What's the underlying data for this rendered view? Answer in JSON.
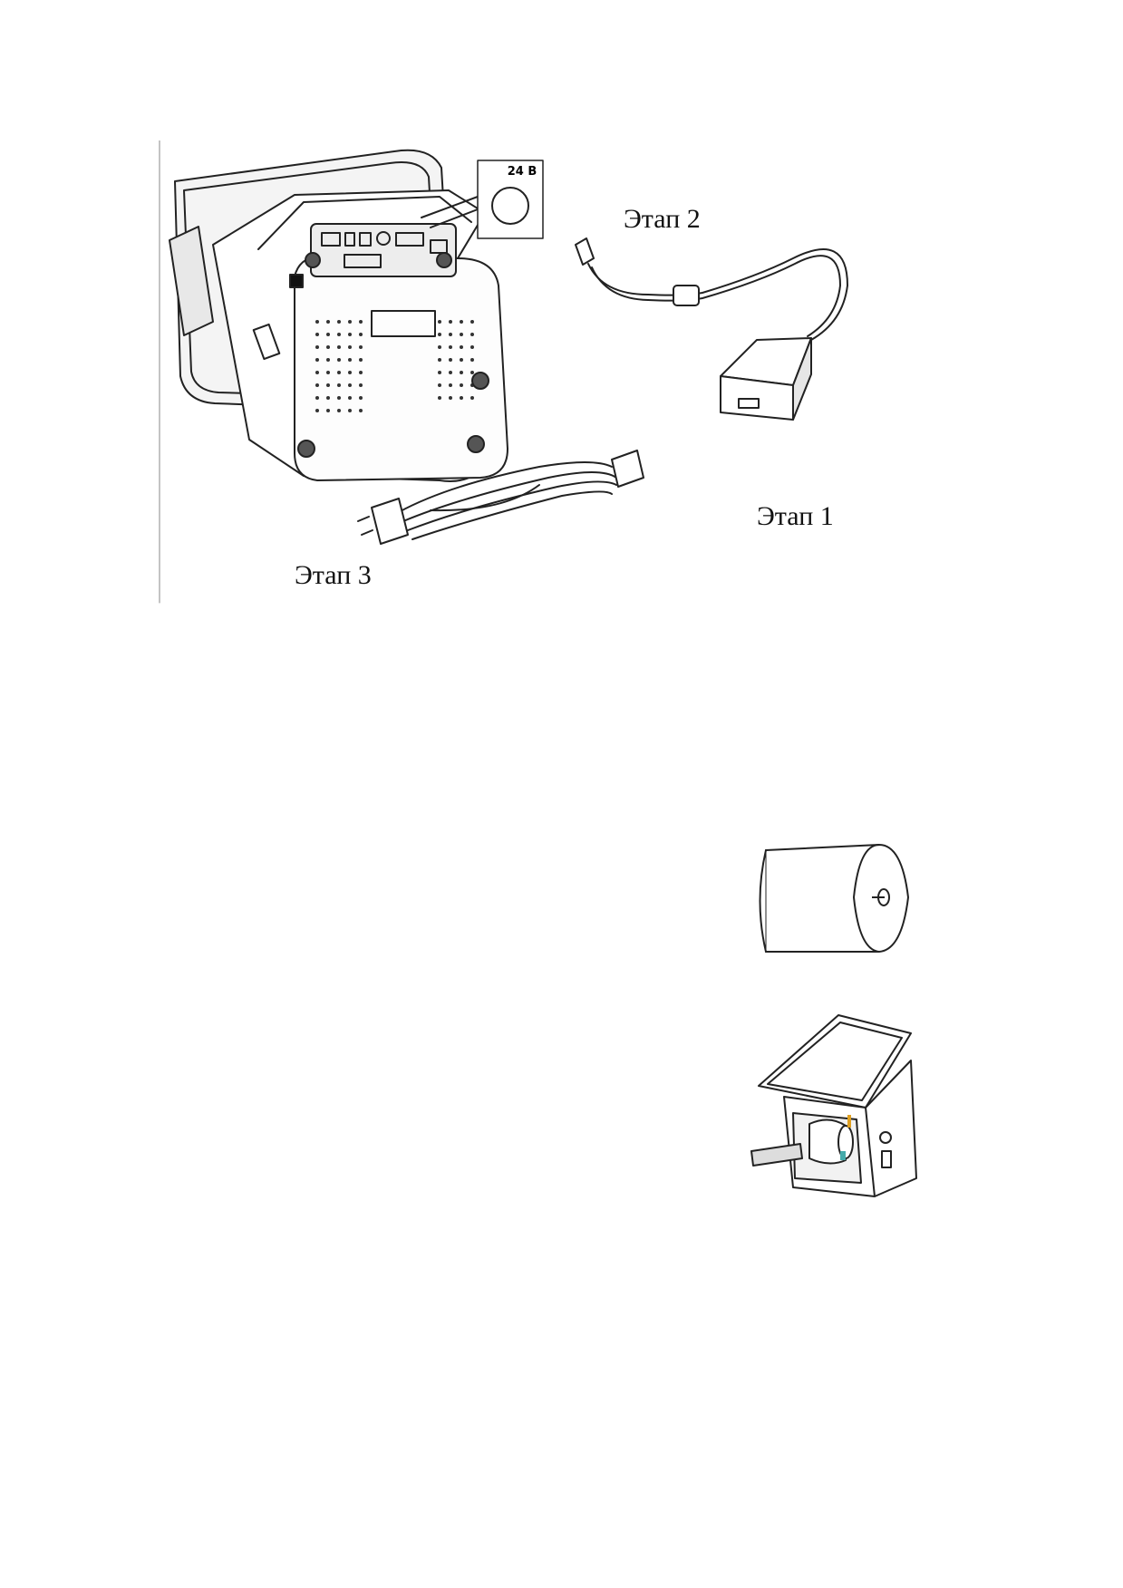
{
  "figure_power": {
    "voltage_label": "24 В",
    "steps": {
      "step1": "Этап 1",
      "step2": "Этап 2",
      "step3": "Этап 3"
    }
  }
}
